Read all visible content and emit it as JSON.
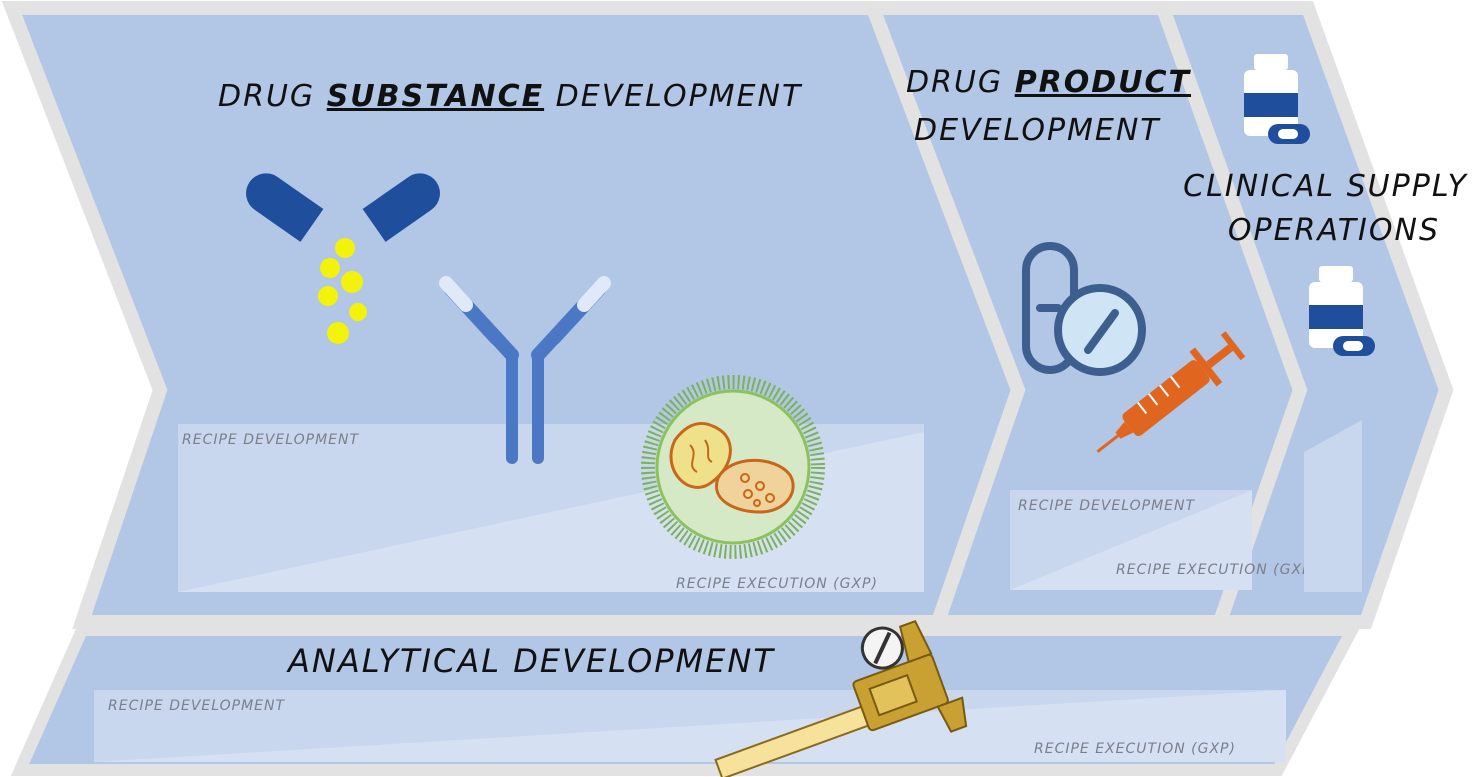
{
  "colors": {
    "chevron_fill": "#b2c6e6",
    "chevron_border": "#e2e2e2",
    "lane_fill": "#c8d6ee",
    "accent_blue": "#1f4e9c",
    "antibody_blue": "#4a78c4",
    "particle_yellow": "#f2f20a",
    "syringe_orange": "#e0661f",
    "caliper_gold": "#c9a132",
    "cell_green": "#8cc25a",
    "organelle_orange": "#c8671a"
  },
  "stages": {
    "drug_substance": {
      "title_pre": "DRUG ",
      "title_emph": "SUBSTANCE",
      "title_post": " DEVELOPMENT",
      "recipe_development": "RECIPE DEVELOPMENT",
      "recipe_execution": "RECIPE EXECUTION (GXP)"
    },
    "drug_product": {
      "title_line1_pre": "DRUG ",
      "title_line1_emph": "PRODUCT",
      "title_line2": "DEVELOPMENT",
      "recipe_development": "RECIPE DEVELOPMENT",
      "recipe_execution": "RECIPE EXECUTION (GXP)"
    },
    "clinical_supply": {
      "title_line1": "CLINICAL SUPPLY",
      "title_line2": "OPERATIONS"
    },
    "analytical": {
      "title": "ANALYTICAL DEVELOPMENT",
      "recipe_development": "RECIPE DEVELOPMENT",
      "recipe_execution": "RECIPE EXECUTION (GXP)"
    }
  },
  "icons": [
    "capsule-icon",
    "antibody-icon",
    "cell-icon",
    "tablet-capsule-icon",
    "syringe-icon",
    "medicine-bottle-icon",
    "caliper-icon"
  ]
}
